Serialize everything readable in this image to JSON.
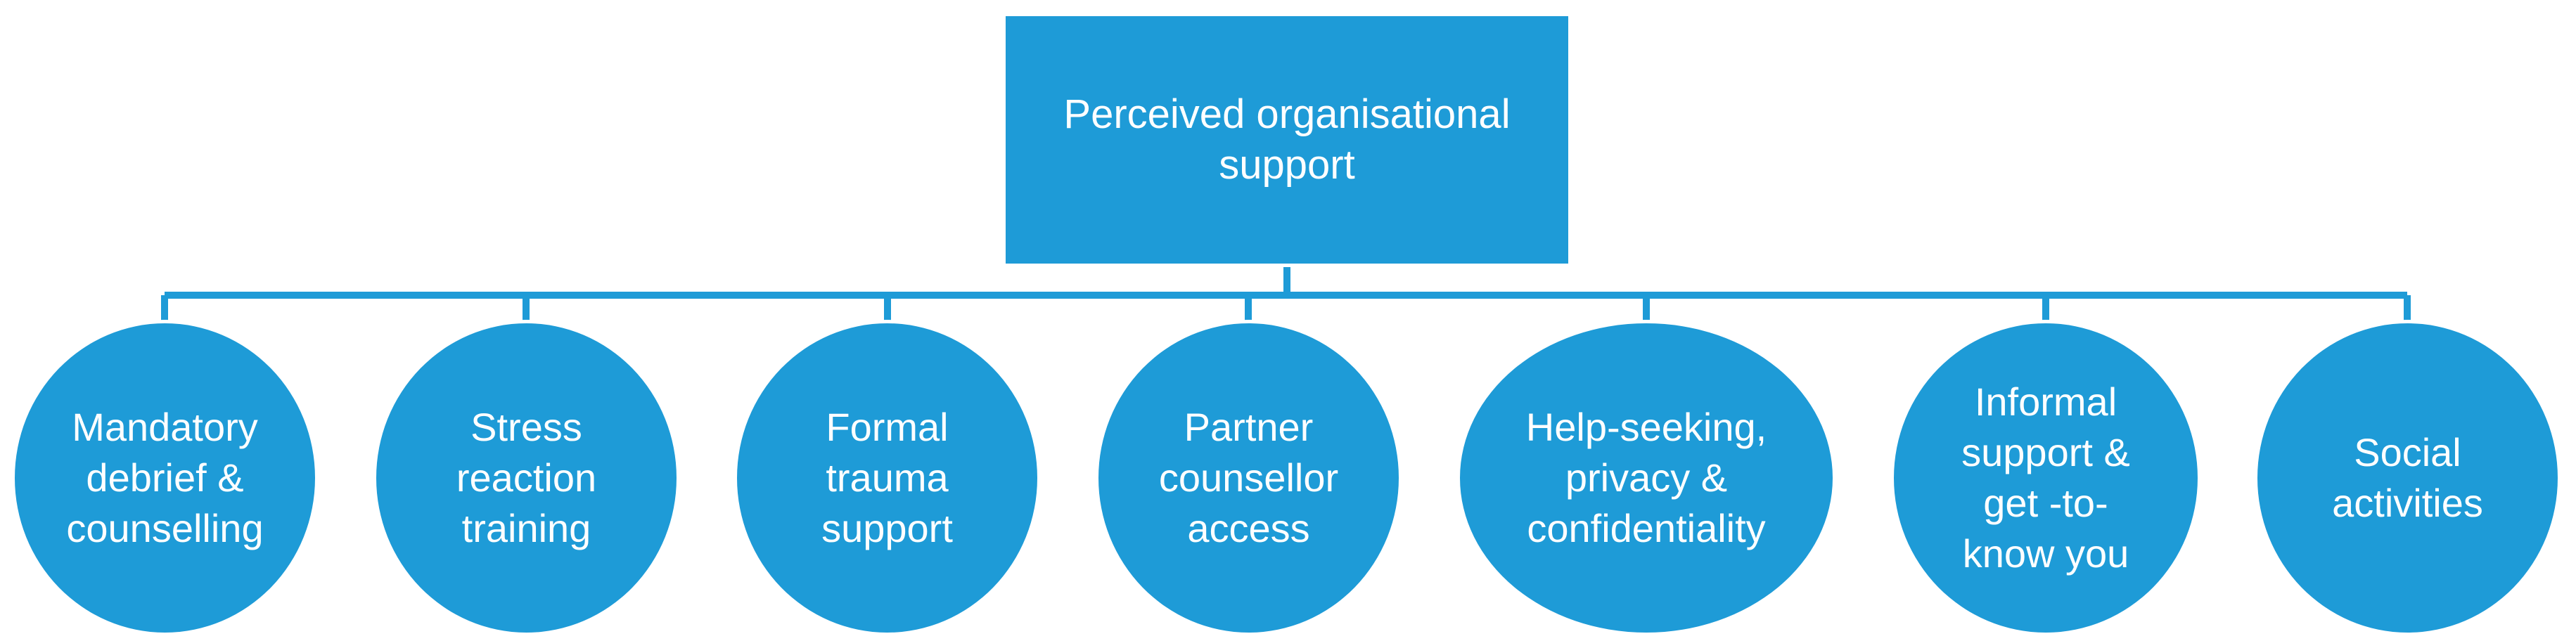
{
  "colors": {
    "fill": "#1e9bd7",
    "text": "#ffffff",
    "connector": "#1e9bd7"
  },
  "root": {
    "label": "Perceived organisational\nsupport"
  },
  "children": [
    {
      "label": "Mandatory\ndebrief &\ncounselling"
    },
    {
      "label": "Stress\nreaction\ntraining"
    },
    {
      "label": "Formal\ntrauma\nsupport"
    },
    {
      "label": "Partner\ncounsellor\naccess"
    },
    {
      "label": "Help-seeking,\nprivacy &\nconfidentiality"
    },
    {
      "label": "Informal\nsupport &\nget -to-\nknow you"
    },
    {
      "label": "Social\nactivities"
    }
  ]
}
